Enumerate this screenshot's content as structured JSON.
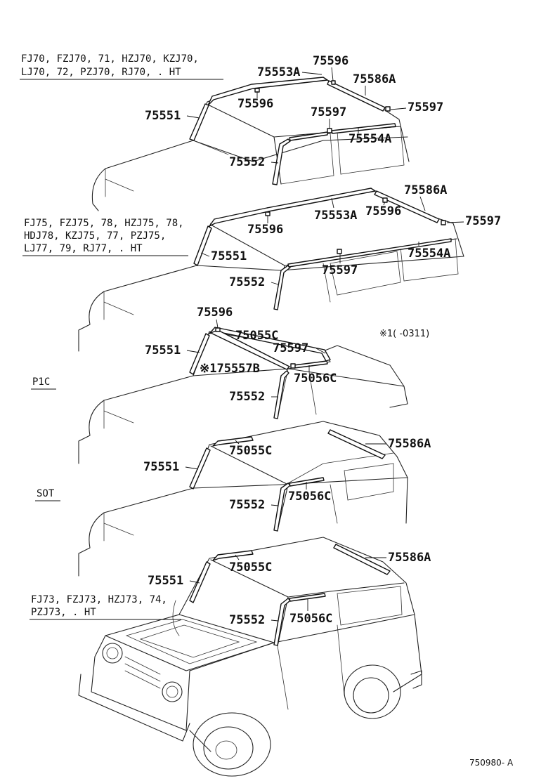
{
  "groups": [
    {
      "line1": "FJ70, FZJ70, 71, HZJ70, KZJ70,",
      "line2": "LJ70, 72, PZJ70, RJ70, . HT"
    },
    {
      "line1": "FJ75, FZJ75, 78, HZJ75, 78,",
      "line2": "HDJ78, KZJ75, 77, PZJ75,",
      "line3": "LJ77, 79, RJ77, . HT"
    },
    {
      "label": "P1C"
    },
    {
      "label": "SOT"
    },
    {
      "line1": "FJ73, FZJ73, HZJ73, 74,",
      "line2": "PZJ73, . HT"
    }
  ],
  "parts": {
    "p75553A": "75553A",
    "p75596": "75596",
    "p75586A": "75586A",
    "p75597": "75597",
    "p75551": "75551",
    "p75554A": "75554A",
    "p75552": "75552",
    "p75055C": "75055C",
    "p75557B": "※175557B",
    "p75056C": "75056C"
  },
  "footnote": "※1(        -0311)",
  "diagram_ref": "750980- A"
}
